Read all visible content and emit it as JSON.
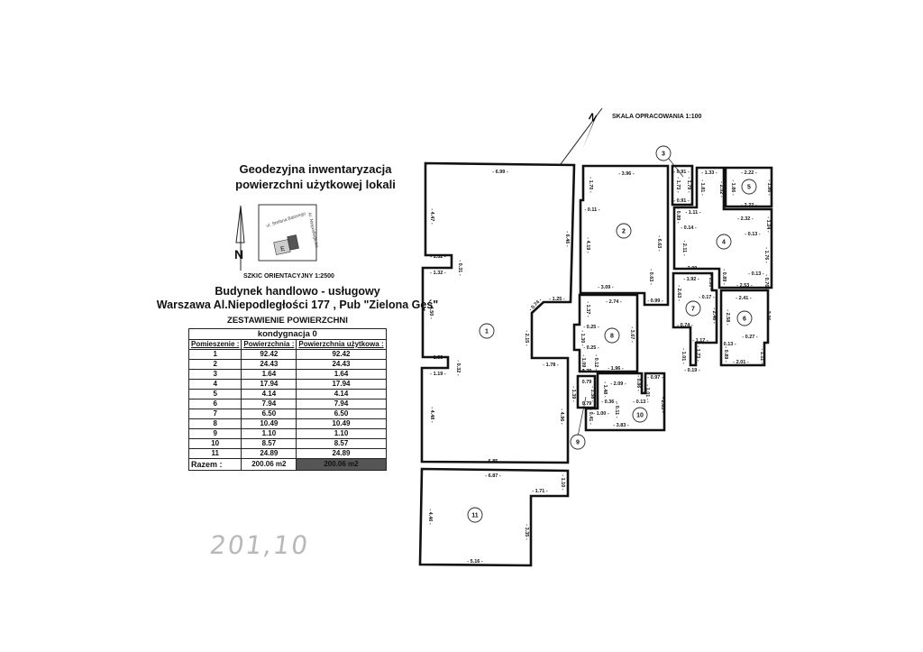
{
  "header": {
    "title_line1": "Geodezyjna inwentaryzacja",
    "title_line2": "powierzchni użytkowej lokali"
  },
  "sketch": {
    "north_label": "N",
    "street_1": "ul. Stefana Batorego",
    "street_2": "Al. Niepodległości",
    "building_label": "E",
    "caption": "SZKIC ORIENTACYJNY 1:2500"
  },
  "building": {
    "line1": "Budynek handlowo - usługowy",
    "line2": "Warszawa Al.Niepodległości 177 , Pub \"Zielona Gęś\""
  },
  "summary": {
    "title": "ZESTAWIENIE POWIERZCHNI",
    "level": "kondygnacja 0",
    "headers": [
      "Pomieszenie :",
      "Powierzchnia :",
      "Powierzchnia użytkowa :"
    ],
    "rows": [
      [
        "1",
        "92.42",
        "92.42"
      ],
      [
        "2",
        "24.43",
        "24.43"
      ],
      [
        "3",
        "1.64",
        "1.64"
      ],
      [
        "4",
        "17.94",
        "17.94"
      ],
      [
        "5",
        "4.14",
        "4.14"
      ],
      [
        "6",
        "7.94",
        "7.94"
      ],
      [
        "7",
        "6.50",
        "6.50"
      ],
      [
        "8",
        "10.49",
        "10.49"
      ],
      [
        "9",
        "1.10",
        "1.10"
      ],
      [
        "10",
        "8.57",
        "8.57"
      ],
      [
        "11",
        "24.89",
        "24.89"
      ]
    ],
    "total_label": "Razem :",
    "total_area": "200.06 m2",
    "total_usable": "200.06 m2"
  },
  "handwritten_note": "201,10",
  "plan": {
    "scale_label": "SKALA OPRACOWANIA 1:100",
    "rooms": [
      "1",
      "2",
      "3",
      "4",
      "5",
      "6",
      "7",
      "8",
      "9",
      "10",
      "11"
    ],
    "dims": [
      "- 6.99 -",
      "- 4.47 -",
      "- 1.32 -",
      "- 0.31 -",
      "- 1.32 -",
      "- 4.50 -",
      "- 1.33 -",
      "- 0.32 -",
      "- 1.19 -",
      "- 4.48 -",
      "- 6.85 -",
      "- 4.96 -",
      "- 1.78 -",
      "- 2.15 -",
      "- 0.74 -",
      "- 1.25 -",
      "- 6.46 -",
      "- 3.96 -",
      "- 1.70 -",
      "- 0.11 -",
      "- 4.19 -",
      "- 6.63 -",
      "- 0.63 -",
      "- 3.09 -",
      "- 0.99 -",
      "- 0.91 -",
      "- 1.73 -",
      "- 1.79 -",
      "- 0.91 -",
      "- 1.33 -",
      "- 1.81 -",
      "- 2.02 -",
      "- 0.89 -",
      "- 1.11 -",
      "- 0.14 -",
      "- 2.11 -",
      "- 2.09 -",
      "- 2.32 -",
      "- 1.24 -",
      "- 0.13 -",
      "- 1.76 -",
      "- 0.13 -",
      "- 0.89 -",
      "- 2.53 -",
      "- 0.76 -",
      "- 2.22 -",
      "- 1.86 -",
      "- 1.86 -",
      "- 2.22 -",
      "- 1.92 -",
      "- 0.90 -",
      "- 0.17 -",
      "- 2.63 -",
      "- 0.74 -",
      "- 2.46 -",
      "- 1.17 -",
      "- 1.01 -",
      "- 1.73 -",
      "- 0.19 -",
      "- 2.41 -",
      "- 2.58 -",
      "- 2.36 -",
      "- 0.27 -",
      "- 0.13 -",
      "- 0.89 -",
      "- 1.11 -",
      "- 2.01 -",
      "- 2.74 -",
      "- 1.37 -",
      "- 0.25 -",
      "- 1.30 -",
      "- 0.25 -",
      "- 3.67 -",
      "- 1.09 -",
      "- 0.12 -",
      "0.79",
      "- 1.96 -",
      "0.79",
      "- 1.38 -",
      "0.79",
      "- 1.39 -",
      "- 2.09 -",
      "- 1.48 -",
      "- 0.86 -",
      "- 0.97 -",
      "- 1.01 -",
      "- 0.13 -",
      "- 0.36 -",
      "- 0.11 -",
      "- 2.85 -",
      "- 1.00 -",
      "- 0.41 -",
      "- 3.83 -",
      "- 6.87 -",
      "- 1.10 -",
      "- 1.71 -",
      "- 4.46 -",
      "- 3.35 -",
      "- 5.16 -"
    ]
  }
}
